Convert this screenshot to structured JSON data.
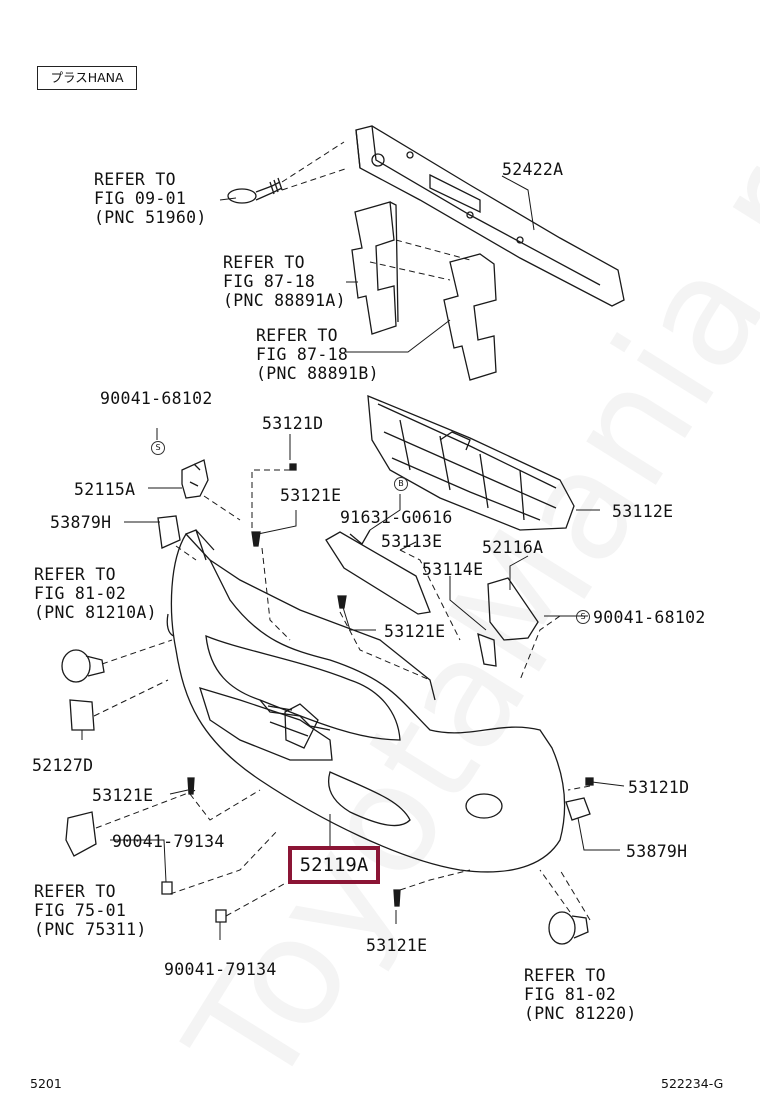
{
  "header": {
    "tag": "プラスHANA"
  },
  "footer": {
    "left": "5201",
    "right": "522234-G"
  },
  "watermark": "ToyotaMania.ru",
  "symbols": {
    "s": "S",
    "b": "B"
  },
  "callouts": {
    "c52422a": "52422A",
    "ref_09_01": "REFER TO\nFIG 09-01\n(PNC 51960)",
    "ref_87_18a": "REFER TO\nFIG 87-18\n(PNC 88891A)",
    "ref_87_18b": "REFER TO\nFIG 87-18\n(PNC 88891B)",
    "c90041_68102_l": "90041-68102",
    "c53121d_top": "53121D",
    "c52115a": "52115A",
    "c53121e_1": "53121E",
    "c53879h_l": "53879H",
    "c91631": "91631-G0616",
    "c53112e": "53112E",
    "c53113e": "53113E",
    "c52116a": "52116A",
    "ref_81_02a": "REFER TO\nFIG 81-02\n(PNC 81210A)",
    "c53114e": "53114E",
    "c90041_68102_r": "90041-68102",
    "c53121e_2": "53121E",
    "c52127d": "52127D",
    "c53121e_3": "53121E",
    "c53121d_r": "53121D",
    "c53879h_r": "53879H",
    "c90041_79134_a": "90041-79134",
    "highlight": "52119A",
    "ref_75_01": "REFER TO\nFIG 75-01\n(PNC 75311)",
    "c53121e_4": "53121E",
    "c90041_79134_b": "90041-79134",
    "ref_81_02b": "REFER TO\nFIG 81-02\n(PNC 81220)"
  }
}
